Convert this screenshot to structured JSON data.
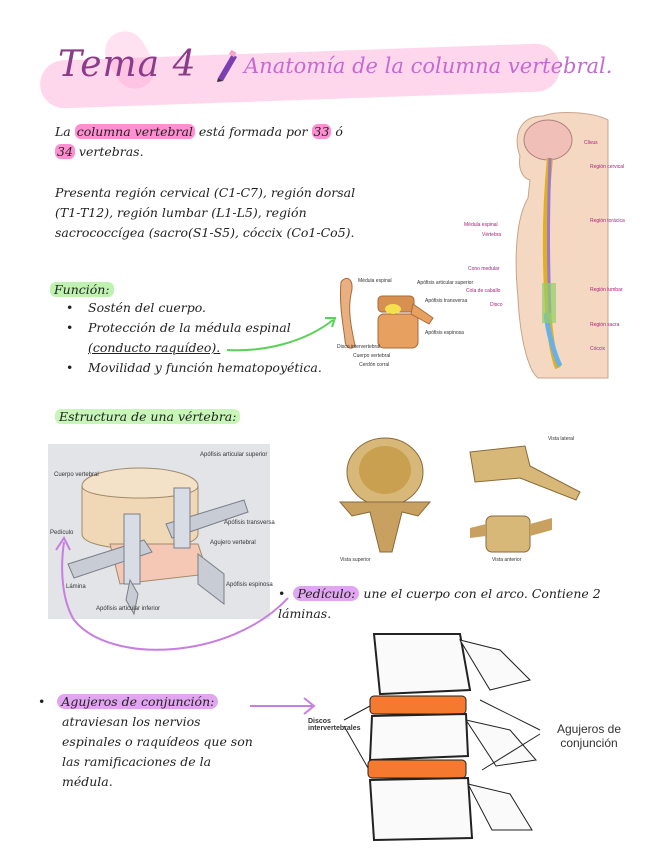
{
  "header": {
    "title": "Tema 4",
    "subtitle": "Anatomía de la columna vertebral."
  },
  "intro": {
    "p1_a": "La ",
    "p1_hl": "columna vertebral",
    "p1_b": " está formada por ",
    "p1_n1": "33",
    "p1_c": " ó ",
    "p1_n2": "34",
    "p1_d": " vertebras.",
    "p2": "Presenta región cervical (C1-C7), región dorsal (T1-T12), región lumbar (L1-L5), región sacrococcígea (sacro(S1-S5), cóccix (Co1-Co5)."
  },
  "funcion": {
    "heading": "Función:",
    "items": [
      "Sostén del cuerpo.",
      "Protección de la médula espinal",
      "Movilidad y función hematopoyética."
    ],
    "item2_cont": "(conducto raquídeo)."
  },
  "spine_figure": {
    "labels_right": [
      "Clivus",
      "Región cervical",
      "Región torácica",
      "Región lumbar",
      "Región sacra",
      "Cóccix"
    ],
    "labels_left": [
      "Médula espinal",
      "Vértebra",
      "Cono medular",
      "Cola de caballo",
      "Disco"
    ]
  },
  "vertebra_small": {
    "labels": [
      "Médula espinal",
      "Apófisis articular superior",
      "Apófisis transversa",
      "Apófisis espinosa",
      "Disco intervertebral",
      "Cuerpo vertebral",
      "Cerdón corral"
    ]
  },
  "estructura": {
    "heading": "Estructura de una vértebra:"
  },
  "diagram": {
    "labels": [
      "Cuerpo vertebral",
      "Apófisis articular superior",
      "Apófisis transversa",
      "Agujero vertebral",
      "Pedículo",
      "Lámina",
      "Apófisis espinosa",
      "Apófisis articular inferior"
    ]
  },
  "photos": {
    "labels": [
      "Vista lateral",
      "Vista superior",
      "Vista anterior"
    ]
  },
  "pediculo": {
    "term": "Pedículo:",
    "text": " une el cuerpo con el arco. Contiene 2 láminas."
  },
  "agujeros": {
    "term": "Agujeros de conjunción:",
    "text": "atraviesan los nervios espinales o raquídeos que son las ramificaciones de la médula.",
    "fig_label_left": "Discos intervertebrales",
    "fig_label_right": "Agujeros de conjunción"
  }
}
